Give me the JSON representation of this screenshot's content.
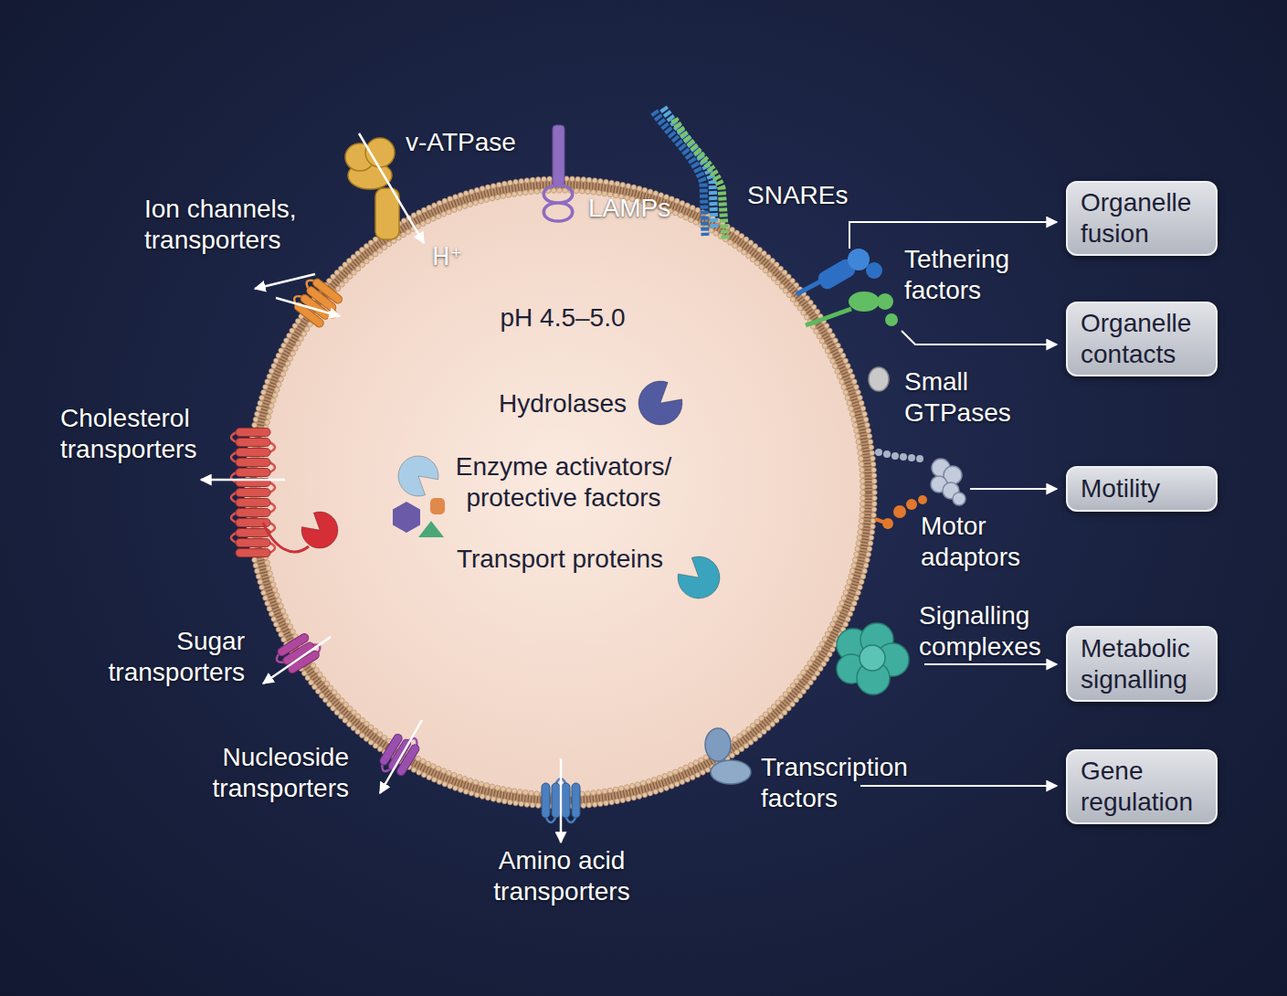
{
  "diagram": {
    "nodes": [
      {
        "text": [
          "pH 4.5–5.0",
          "Hydrolases",
          "Enzyme activators/ protective factors",
          "Transport proteins"
        ]
      },
      {
        "text": [
          "Organelle fusion"
        ]
      },
      {
        "text": [
          "Organelle contacts"
        ]
      },
      {
        "text": [
          "Motility"
        ]
      },
      {
        "text": [
          "Metabolic signalling"
        ]
      },
      {
        "text": [
          "Gene regulation"
        ]
      }
    ],
    "labels": [
      "v-ATPase",
      "LAMPs",
      "SNAREs",
      "Ion channels, transporters",
      "H⁺",
      "Tethering factors",
      "Small GTPases",
      "Cholesterol transporters",
      "Motor adaptors",
      "Signalling complexes",
      "Sugar transporters",
      "Nucleoside transporters",
      "Amino acid transporters",
      "Transcription factors"
    ]
  }
}
